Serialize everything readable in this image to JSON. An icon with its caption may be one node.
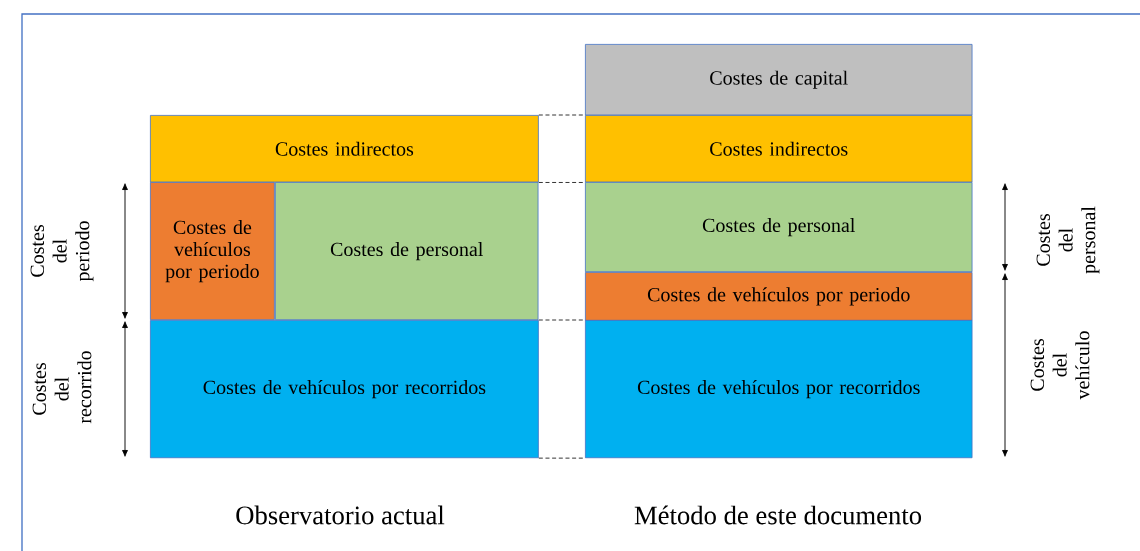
{
  "diagram": {
    "nodes": [
      {
        "text": [
          "Costes indirectos"
        ]
      },
      {
        "text": [
          "Costes de vehículos por periodo"
        ]
      },
      {
        "text": [
          "Costes de personal"
        ]
      },
      {
        "text": [
          "Costes de vehículos por recorridos"
        ]
      },
      {
        "text": [
          "Costes de capital"
        ]
      },
      {
        "text": [
          "Costes indirectos"
        ]
      },
      {
        "text": [
          "Costes de personal"
        ]
      },
      {
        "text": [
          "Costes de vehículos por periodo"
        ]
      },
      {
        "text": [
          "Costes de vehículos por recorridos"
        ]
      }
    ],
    "edges": [
      {
        "from": 0,
        "to": 5,
        "arrow": "none",
        "style": "dashed"
      },
      {
        "from": 0,
        "to": 5,
        "arrow": "none",
        "style": "dashed"
      },
      {
        "from": 3,
        "to": 8,
        "arrow": "none",
        "style": "dashed"
      },
      {
        "from": 3,
        "to": 8,
        "arrow": "none",
        "style": "dashed"
      }
    ],
    "labels": [
      "Costes del periodo",
      "Costes del recorrido",
      "Costes del personal",
      "Costes del vehículo",
      "Observatorio actual",
      "Método de este documento"
    ]
  }
}
